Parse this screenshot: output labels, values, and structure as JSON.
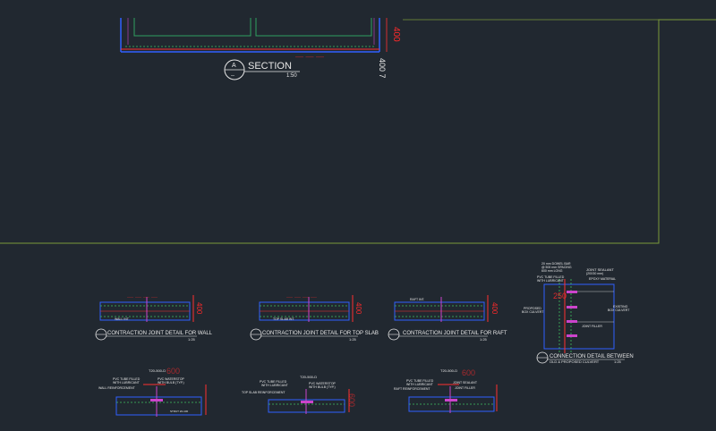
{
  "section": {
    "marker": "A",
    "marker_sub": "--",
    "title": "SECTION",
    "scale": "1:50",
    "dim_vertical": "400",
    "dim_tag": "400 7"
  },
  "details": [
    {
      "title": "CONTRACTION JOINT DETAIL FOR WALL",
      "scale": "1:25",
      "tag": "WALL INT.",
      "dim": "400"
    },
    {
      "title": "CONTRACTION JOINT DETAIL FOR TOP SLAB",
      "scale": "1:25",
      "tag": "TOP SLAB INT.",
      "dim": "400"
    },
    {
      "title": "CONTRACTION JOINT DETAIL FOR RAFT",
      "scale": "1:25",
      "tag": "RAFT INT.",
      "dim": "400"
    }
  ],
  "connection": {
    "title": "CONNECTION DETAIL BETWEEN",
    "subtitle": "OLD & PROPOSED CULVERT",
    "scale": "1:25",
    "notes": {
      "dowel": [
        "20 mm DOWEL BAR",
        "@ 500 mm SPACING",
        "600 mm LONG"
      ],
      "sealant": [
        "JOINT SEALANT",
        "(20X30 mm)",
        "EPOXY MATERIAL"
      ],
      "pvc": [
        "PVC TUBE FILLED",
        "WITH LUBRICANT"
      ],
      "proposed": [
        "PROPOSED",
        "BOX CULVERT"
      ],
      "existing": [
        "EXISTING",
        "BOX CULVERT"
      ],
      "filler": "JOINT FILLER",
      "dim": "250"
    }
  },
  "bottom_details": [
    {
      "top": "T20-500-D",
      "dim": "600",
      "labels": [
        "PVC TUBE FILLED",
        "WITH LUBRICANT",
        "WALL REINFORCEMENT",
        "PVC WATERSTOP",
        "WITH BULB (TYP.)"
      ],
      "bottom": "STRUT 20-100"
    },
    {
      "top": "T20-500-D",
      "dim": "600",
      "labels": [
        "PVC TUBE FILLED",
        "WITH LUBRICANT",
        "TOP SLAB REINFORCEMENT",
        "PVC WATERSTOP",
        "WITH BULB (TYP.)"
      ],
      "bottom": ""
    },
    {
      "top": "T20-500-D",
      "dim": "600",
      "labels": [
        "PVC TUBE FILLED",
        "WITH LUBRICANT",
        "RAFT REINFORCEMENT",
        "JOINT SEALANT",
        "JOINT FILLER"
      ],
      "bottom": ""
    }
  ]
}
